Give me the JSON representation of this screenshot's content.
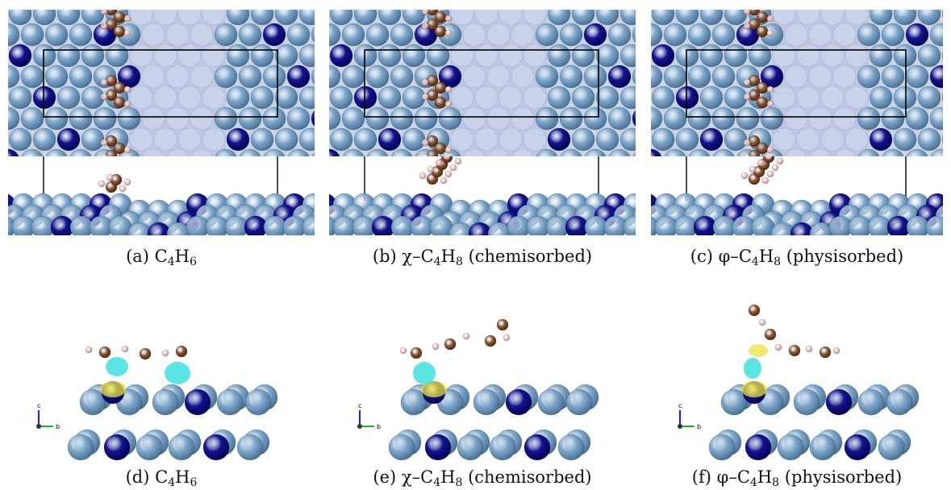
{
  "figure": {
    "panels": [
      {
        "id": "a",
        "label": "(a)",
        "species_main": "C",
        "sub1": "4",
        "H": "H",
        "sub2": "6",
        "suffix": "",
        "prefix": ""
      },
      {
        "id": "b",
        "label": "(b)",
        "prefix": "χ–",
        "species_main": "C",
        "sub1": "4",
        "H": "H",
        "sub2": "8",
        "suffix": " (chemisorbed)"
      },
      {
        "id": "c",
        "label": "(c)",
        "prefix": "φ–",
        "species_main": "C",
        "sub1": "4",
        "H": "H",
        "sub2": "8",
        "suffix": " (physisorbed)"
      },
      {
        "id": "d",
        "label": "(d)",
        "species_main": "C",
        "sub1": "4",
        "H": "H",
        "sub2": "6",
        "suffix": "",
        "prefix": ""
      },
      {
        "id": "e",
        "label": "(e)",
        "prefix": "χ–",
        "species_main": "C",
        "sub1": "4",
        "H": "H",
        "sub2": "8",
        "suffix": " (chemisorbed)"
      },
      {
        "id": "f",
        "label": "(f)",
        "prefix": "φ–",
        "species_main": "C",
        "sub1": "4",
        "H": "H",
        "sub2": "8",
        "suffix": " (physisorbed)"
      }
    ],
    "axis_labels": {
      "c": "c",
      "b": "b"
    },
    "colors": {
      "substrate_atom": "#7fa8cc",
      "dopant_atom": "#14148f",
      "carbon_atom": "#8b5a3c",
      "hydrogen_atom": "#f2c9c6",
      "charge_gain": "#e8e23a",
      "charge_loss": "#3fe0e0"
    }
  }
}
